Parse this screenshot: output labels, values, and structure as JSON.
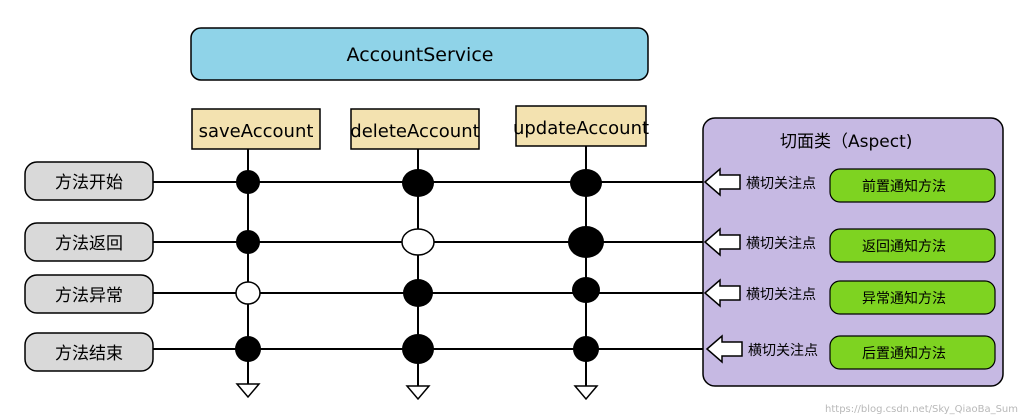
{
  "service": {
    "title": "AccountService"
  },
  "methods": [
    {
      "label": "saveAccount"
    },
    {
      "label": "deleteAccount"
    },
    {
      "label": "updateAccount"
    }
  ],
  "events": [
    {
      "label": "方法开始"
    },
    {
      "label": "方法返回"
    },
    {
      "label": "方法异常"
    },
    {
      "label": "方法结束"
    }
  ],
  "aspect": {
    "title": "切面类（Aspect)",
    "joinpoint_label": "横切关注点",
    "advices": [
      {
        "label": "前置通知方法"
      },
      {
        "label": "返回通知方法"
      },
      {
        "label": "异常通知方法"
      },
      {
        "label": "后置通知方法"
      }
    ]
  },
  "watermark": "https://blog.csdn.net/Sky_QiaoBa_Sum",
  "colors": {
    "service_fill": "#8fd3e8",
    "method_fill": "#f3e2b0",
    "event_fill": "#d9d9d9",
    "aspect_fill": "#c6b9e3",
    "advice_fill": "#7ed321"
  }
}
